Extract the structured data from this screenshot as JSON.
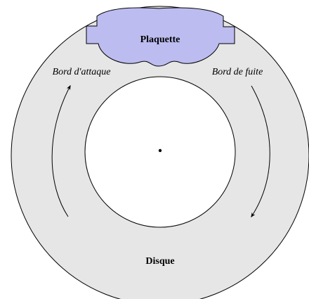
{
  "labels": {
    "pad": "Plaquette",
    "leading_edge": "Bord d'attaque",
    "trailing_edge": "Bord de fuite",
    "disc": "Disque"
  },
  "colors": {
    "disc_fill": "#e6e6e6",
    "pad_fill": "#bcbcf0",
    "stroke": "#000000",
    "background": "#ffffff"
  }
}
